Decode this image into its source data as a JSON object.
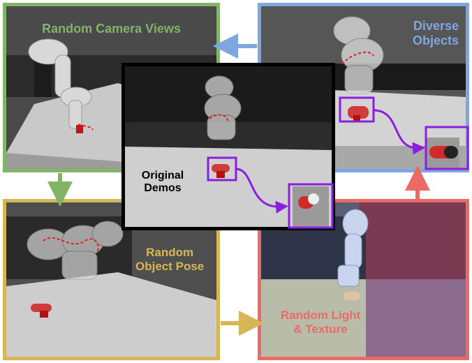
{
  "panels": {
    "random_camera_views": {
      "label": "Random Camera Views",
      "border_color": "#82b366"
    },
    "diverse_objects": {
      "label": "Diverse\nObjects",
      "border_color": "#7ea6e0"
    },
    "random_object_pose": {
      "label": "Random\nObject Pose",
      "border_color": "#d6b656"
    },
    "random_light_texture": {
      "label": "Random Light\n& Texture",
      "border_color": "#ea6b66"
    },
    "original_demos": {
      "label": "Original\nDemos",
      "border_color": "#000000"
    }
  },
  "highlight_color": "#8b1ee0"
}
